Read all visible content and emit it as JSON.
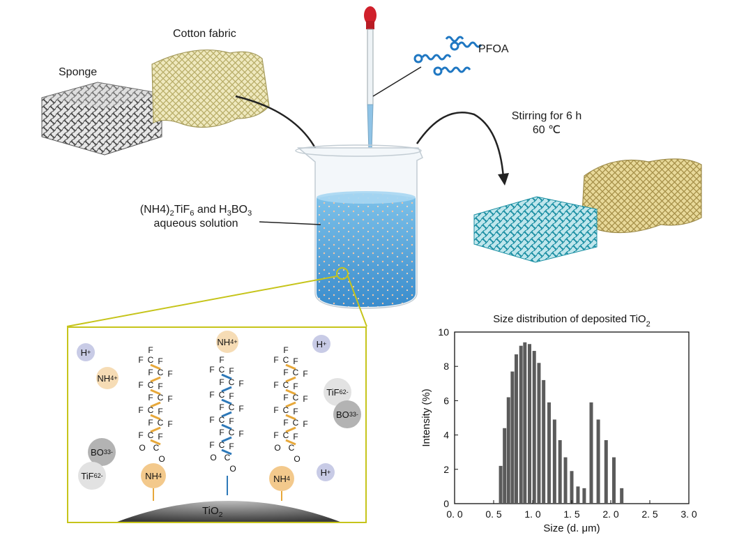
{
  "labels": {
    "cotton_fabric": "Cotton fabric",
    "sponge": "Sponge",
    "pfoa": "PFOA",
    "stirring_line1": "Stirring for 6 h",
    "stirring_line2": "60 ℃",
    "solution_line1_a": "(NH4)",
    "solution_line1_b": "2",
    "solution_line1_c": "TiF",
    "solution_line1_d": "6",
    "solution_line1_e": " and H",
    "solution_line1_f": "3",
    "solution_line1_g": "BO",
    "solution_line1_h": "3",
    "solution_line2": "aqueous solution"
  },
  "inset": {
    "h_plus": "H",
    "plus": "+",
    "nh4": "NH",
    "nh4_sub": "4",
    "bo3": "BO",
    "bo3_sub": "3",
    "bo3_sup": "3-",
    "tif6": "TiF",
    "tif6_sub": "6",
    "tif6_sup": "2-",
    "fluorine": "F",
    "carbon": "C",
    "oxygen": "O",
    "tio2": "TiO",
    "tio2_sub": "2"
  },
  "colors": {
    "water": "#4a9ed6",
    "sponge_treated": "#2aa4b5",
    "fabric": "#d8cf92",
    "inset_border": "#c6c41a",
    "bond_orange": "#e7a83a",
    "bond_blue": "#2d78b8",
    "bar": "#5b5b5b",
    "pipette_bulb": "#d0202b"
  },
  "chart_data": {
    "type": "bar",
    "title": "Size distribution of deposited TiO",
    "title_sub": "2",
    "xlabel": "Size (d. μm)",
    "ylabel": "Intensity (%)",
    "xlim": [
      0,
      3
    ],
    "ylim": [
      0,
      10
    ],
    "xticks": [
      "0. 0",
      "0. 5",
      "1. 0",
      "1. 5",
      "2. 0",
      "2. 5",
      "3. 0"
    ],
    "yticks": [
      "0",
      "2",
      "4",
      "6",
      "8",
      "10"
    ],
    "x": [
      0.59,
      0.64,
      0.69,
      0.74,
      0.79,
      0.85,
      0.9,
      0.96,
      1.02,
      1.08,
      1.14,
      1.21,
      1.28,
      1.35,
      1.42,
      1.5,
      1.58,
      1.66,
      1.75,
      1.84,
      1.94,
      2.04,
      2.14
    ],
    "values": [
      2.2,
      4.4,
      6.2,
      7.7,
      8.7,
      9.2,
      9.4,
      9.3,
      8.9,
      8.2,
      7.2,
      5.9,
      4.9,
      3.7,
      2.7,
      1.9,
      1.0,
      0.9,
      5.9,
      4.9,
      3.7,
      2.7,
      0.9
    ],
    "grid": false
  }
}
